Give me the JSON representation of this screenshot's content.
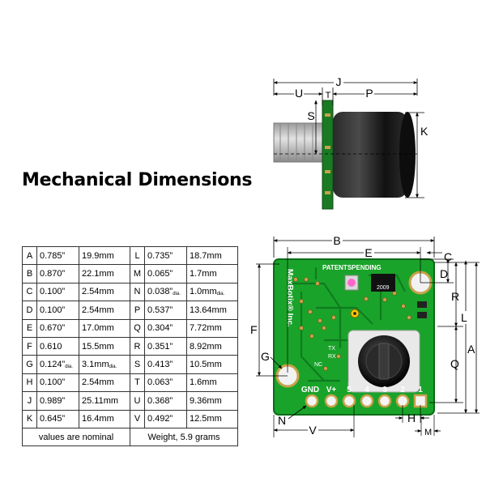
{
  "title": "Mechanical Dimensions",
  "table": {
    "rows": [
      {
        "l1": "A",
        "in1": "0.785”",
        "mm1": "19.9mm",
        "l2": "L",
        "in2": "0.735”",
        "mm2": "18.7mm"
      },
      {
        "l1": "B",
        "in1": "0.870”",
        "mm1": "22.1mm",
        "l2": "M",
        "in2": "0.065”",
        "mm2": "1.7mm"
      },
      {
        "l1": "C",
        "in1": "0.100”",
        "mm1": "2.54mm",
        "l2": "N",
        "in2": "0.038”",
        "in2_sub": "dia.",
        "mm2": "1.0mm",
        "mm2_sub": "dia."
      },
      {
        "l1": "D",
        "in1": "0.100”",
        "mm1": "2.54mm",
        "l2": "P",
        "in2": "0.537”",
        "mm2": "13.64mm"
      },
      {
        "l1": "E",
        "in1": "0.670”",
        "mm1": "17.0mm",
        "l2": "Q",
        "in2": "0.304”",
        "mm2": "7.72mm"
      },
      {
        "l1": "F",
        "in1": "0.610",
        "mm1": "15.5mm",
        "l2": "R",
        "in2": "0.351”",
        "mm2": "8.92mm"
      },
      {
        "l1": "G",
        "in1": "0.124”",
        "in1_sub": "dia.",
        "mm1": "3.1mm",
        "mm1_sub": "dia.",
        "l2": "S",
        "in2": "0.413”",
        "mm2": "10.5mm"
      },
      {
        "l1": "H",
        "in1": "0.100”",
        "mm1": "2.54mm",
        "l2": "T",
        "in2": "0.063”",
        "mm2": "1.6mm"
      },
      {
        "l1": "J",
        "in1": "0.989”",
        "mm1": "25.11mm",
        "l2": "U",
        "in2": "0.368”",
        "mm2": "9.36mm"
      },
      {
        "l1": "K",
        "in1": "0.645”",
        "mm1": "16.4mm",
        "l2": "V",
        "in2": "0.492”",
        "mm2": "12.5mm"
      }
    ],
    "footer_left": "values are nominal",
    "footer_right": "Weight, 5.9 grams"
  },
  "side_view": {
    "dim_labels": {
      "U": "U",
      "T": "T",
      "J": "J",
      "P": "P",
      "S": "S",
      "K": "K"
    }
  },
  "front_view": {
    "dim_labels": {
      "B": "B",
      "E": "E",
      "C": "C",
      "D": "D",
      "R": "R",
      "L": "L",
      "A": "A",
      "F": "F",
      "G": "G",
      "Q": "Q",
      "N": "N",
      "V": "V",
      "H": "H",
      "M": "M"
    },
    "board_text": {
      "brand": "MaxBotix® Inc.",
      "patents": "PATENTSPENDING",
      "year": "2009",
      "pins": [
        "GND",
        "V+",
        "5",
        "4",
        "3",
        "2",
        "1"
      ],
      "tx": "TX",
      "rx": "RX",
      "nc": "NC"
    }
  },
  "colors": {
    "pcb": "#1aa32a",
    "pcb_dark": "#0c6b18",
    "pad": "#c8a24a",
    "silk": "#ffffff",
    "transducer": "#141414"
  }
}
